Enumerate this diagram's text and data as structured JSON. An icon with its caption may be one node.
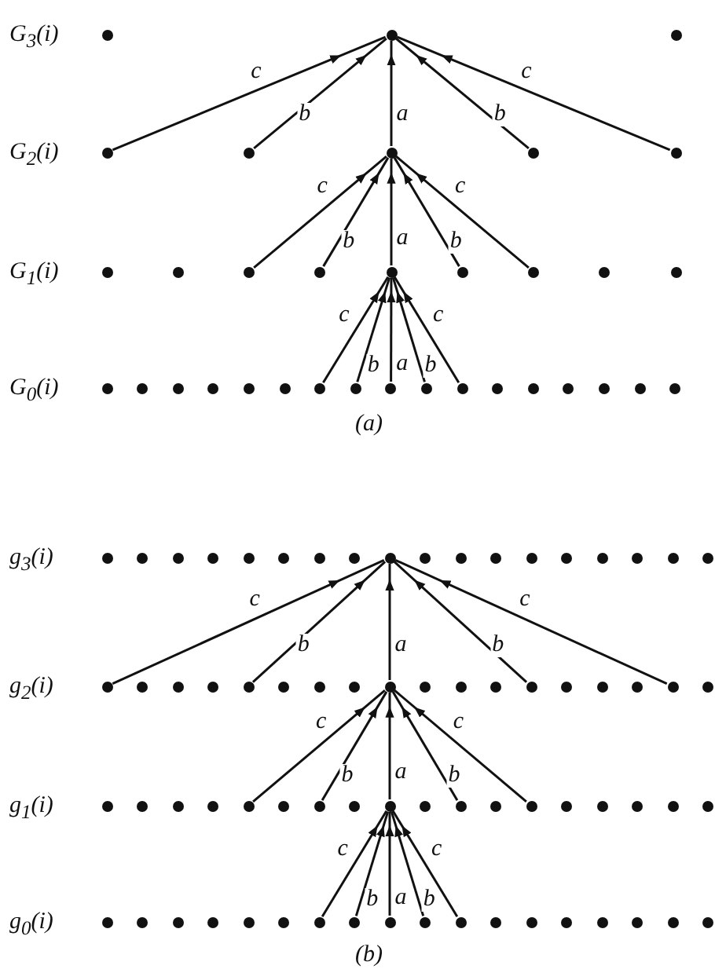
{
  "diagram": {
    "nodes": [
      {
        "text": [],
        "shape": "circle"
      },
      {
        "text": [],
        "shape": "circle"
      },
      {
        "text": [],
        "shape": "circle"
      },
      {
        "text": [],
        "shape": "circle"
      },
      {
        "text": [],
        "shape": "circle"
      },
      {
        "text": [],
        "shape": "circle"
      },
      {
        "text": [],
        "shape": "circle"
      },
      {
        "text": [],
        "shape": "circle"
      },
      {
        "text": [],
        "shape": "circle"
      },
      {
        "text": [],
        "shape": "circle"
      },
      {
        "text": [],
        "shape": "circle"
      },
      {
        "text": [],
        "shape": "circle"
      },
      {
        "text": [],
        "shape": "circle"
      },
      {
        "text": [],
        "shape": "circle"
      },
      {
        "text": [],
        "shape": "circle"
      },
      {
        "text": [],
        "shape": "circle"
      },
      {
        "text": [],
        "shape": "circle"
      },
      {
        "text": [],
        "shape": "circle"
      },
      {
        "text": [],
        "shape": "circle"
      },
      {
        "text": [],
        "shape": "circle"
      },
      {
        "text": [],
        "shape": "circle"
      },
      {
        "text": [],
        "shape": "circle"
      },
      {
        "text": [],
        "shape": "circle"
      },
      {
        "text": [],
        "shape": "circle"
      },
      {
        "text": [],
        "shape": "circle"
      },
      {
        "text": [],
        "shape": "circle"
      },
      {
        "text": [],
        "shape": "circle"
      },
      {
        "text": [],
        "shape": "circle"
      },
      {
        "text": [],
        "shape": "circle"
      },
      {
        "text": [],
        "shape": "circle"
      },
      {
        "text": [],
        "shape": "circle"
      },
      {
        "text": [],
        "shape": "circle"
      },
      {
        "text": [],
        "shape": "circle"
      },
      {
        "text": [],
        "shape": "circle"
      },
      {
        "text": [],
        "shape": "circle"
      },
      {
        "text": [],
        "shape": "circle"
      },
      {
        "text": [],
        "shape": "circle"
      },
      {
        "text": [],
        "shape": "circle"
      },
      {
        "text": [],
        "shape": "circle"
      },
      {
        "text": [],
        "shape": "circle"
      },
      {
        "text": [],
        "shape": "circle"
      },
      {
        "text": [],
        "shape": "circle"
      },
      {
        "text": [],
        "shape": "circle"
      },
      {
        "text": [],
        "shape": "circle"
      },
      {
        "text": [],
        "shape": "circle"
      },
      {
        "text": [],
        "shape": "circle"
      },
      {
        "text": [],
        "shape": "circle"
      },
      {
        "text": [],
        "shape": "circle"
      },
      {
        "text": [],
        "shape": "circle"
      },
      {
        "text": [],
        "shape": "circle"
      },
      {
        "text": [],
        "shape": "circle"
      },
      {
        "text": [],
        "shape": "circle"
      },
      {
        "text": [],
        "shape": "circle"
      },
      {
        "text": [],
        "shape": "circle"
      },
      {
        "text": [],
        "shape": "circle"
      },
      {
        "text": [],
        "shape": "circle"
      },
      {
        "text": [],
        "shape": "circle"
      },
      {
        "text": [],
        "shape": "circle"
      },
      {
        "text": [],
        "shape": "circle"
      },
      {
        "text": [],
        "shape": "circle"
      },
      {
        "text": [],
        "shape": "circle"
      },
      {
        "text": [],
        "shape": "circle"
      },
      {
        "text": [],
        "shape": "circle"
      },
      {
        "text": [],
        "shape": "circle"
      },
      {
        "text": [],
        "shape": "circle"
      },
      {
        "text": [],
        "shape": "circle"
      },
      {
        "text": [],
        "shape": "circle"
      },
      {
        "text": [],
        "shape": "circle"
      },
      {
        "text": [],
        "shape": "circle"
      },
      {
        "text": [],
        "shape": "circle"
      },
      {
        "text": [],
        "shape": "circle"
      },
      {
        "text": [],
        "shape": "circle"
      },
      {
        "text": [],
        "shape": "circle"
      },
      {
        "text": [],
        "shape": "circle"
      },
      {
        "text": [],
        "shape": "circle"
      },
      {
        "text": [],
        "shape": "circle"
      },
      {
        "text": [],
        "shape": "circle"
      },
      {
        "text": [],
        "shape": "circle"
      },
      {
        "text": [],
        "shape": "circle"
      },
      {
        "text": [],
        "shape": "circle"
      },
      {
        "text": [],
        "shape": "circle"
      },
      {
        "text": [],
        "shape": "circle"
      },
      {
        "text": [],
        "shape": "circle"
      },
      {
        "text": [],
        "shape": "circle"
      },
      {
        "text": [],
        "shape": "circle"
      },
      {
        "text": [],
        "shape": "circle"
      },
      {
        "text": [],
        "shape": "circle"
      },
      {
        "text": [],
        "shape": "circle"
      },
      {
        "text": [],
        "shape": "circle"
      },
      {
        "text": [],
        "shape": "circle"
      },
      {
        "text": [],
        "shape": "circle"
      },
      {
        "text": [],
        "shape": "circle"
      },
      {
        "text": [],
        "shape": "circle"
      },
      {
        "text": [],
        "shape": "circle"
      },
      {
        "text": [],
        "shape": "circle"
      },
      {
        "text": [],
        "shape": "circle"
      },
      {
        "text": [],
        "shape": "circle"
      },
      {
        "text": [],
        "shape": "circle"
      },
      {
        "text": [],
        "shape": "circle"
      },
      {
        "text": [],
        "shape": "circle"
      },
      {
        "text": [],
        "shape": "circle"
      },
      {
        "text": [],
        "shape": "circle"
      },
      {
        "text": [],
        "shape": "circle"
      },
      {
        "text": [],
        "shape": "circle"
      },
      {
        "text": [],
        "shape": "circle"
      },
      {
        "text": [],
        "shape": "circle"
      }
    ],
    "edges": [
      {
        "from": 3,
        "to": 1,
        "arrow": "to",
        "label": "c"
      },
      {
        "from": 4,
        "to": 1,
        "arrow": "to",
        "label": "b"
      },
      {
        "from": 5,
        "to": 1,
        "arrow": "to",
        "label": "a"
      },
      {
        "from": 6,
        "to": 1,
        "arrow": "to",
        "label": "b"
      },
      {
        "from": 7,
        "to": 1,
        "arrow": "to",
        "label": "c"
      },
      {
        "from": 10,
        "to": 5,
        "arrow": "to",
        "label": "c"
      },
      {
        "from": 11,
        "to": 5,
        "arrow": "to",
        "label": "b"
      },
      {
        "from": 12,
        "to": 5,
        "arrow": "to",
        "label": "a"
      },
      {
        "from": 13,
        "to": 5,
        "arrow": "to",
        "label": "b"
      },
      {
        "from": 14,
        "to": 5,
        "arrow": "to",
        "label": "c"
      },
      {
        "from": 23,
        "to": 12,
        "arrow": "to",
        "label": "c"
      },
      {
        "from": 24,
        "to": 12,
        "arrow": "to",
        "label": "b"
      },
      {
        "from": 25,
        "to": 12,
        "arrow": "to",
        "label": "a"
      },
      {
        "from": 26,
        "to": 12,
        "arrow": "to",
        "label": "b"
      },
      {
        "from": 27,
        "to": 12,
        "arrow": "to",
        "label": "c"
      },
      {
        "from": 52,
        "to": 42,
        "arrow": "to",
        "label": "c"
      },
      {
        "from": 56,
        "to": 42,
        "arrow": "to",
        "label": "b"
      },
      {
        "from": 60,
        "to": 42,
        "arrow": "to",
        "label": "a"
      },
      {
        "from": 64,
        "to": 42,
        "arrow": "to",
        "label": "b"
      },
      {
        "from": 68,
        "to": 42,
        "arrow": "to",
        "label": "c"
      },
      {
        "from": 74,
        "to": 60,
        "arrow": "to",
        "label": "c"
      },
      {
        "from": 76,
        "to": 60,
        "arrow": "to",
        "label": "b"
      },
      {
        "from": 78,
        "to": 60,
        "arrow": "to",
        "label": "a"
      },
      {
        "from": 80,
        "to": 60,
        "arrow": "to",
        "label": "b"
      },
      {
        "from": 82,
        "to": 60,
        "arrow": "to",
        "label": "c"
      },
      {
        "from": 94,
        "to": 78,
        "arrow": "to",
        "label": "c"
      },
      {
        "from": 95,
        "to": 78,
        "arrow": "to",
        "label": "b"
      },
      {
        "from": 96,
        "to": 78,
        "arrow": "to",
        "label": "a"
      },
      {
        "from": 97,
        "to": 78,
        "arrow": "to",
        "label": "b"
      },
      {
        "from": 98,
        "to": 78,
        "arrow": "to",
        "label": "c"
      }
    ],
    "labels": [
      "G$_{3}$(i)",
      "G$_{2}$(i)",
      "G$_{1}$(i)",
      "G$_{0}$(i)",
      "(a)",
      "g$_{3}$(i)",
      "g$_{2}$(i)",
      "g$_{1}$(i)",
      "g$_{0}$(i)",
      "(b)"
    ]
  }
}
